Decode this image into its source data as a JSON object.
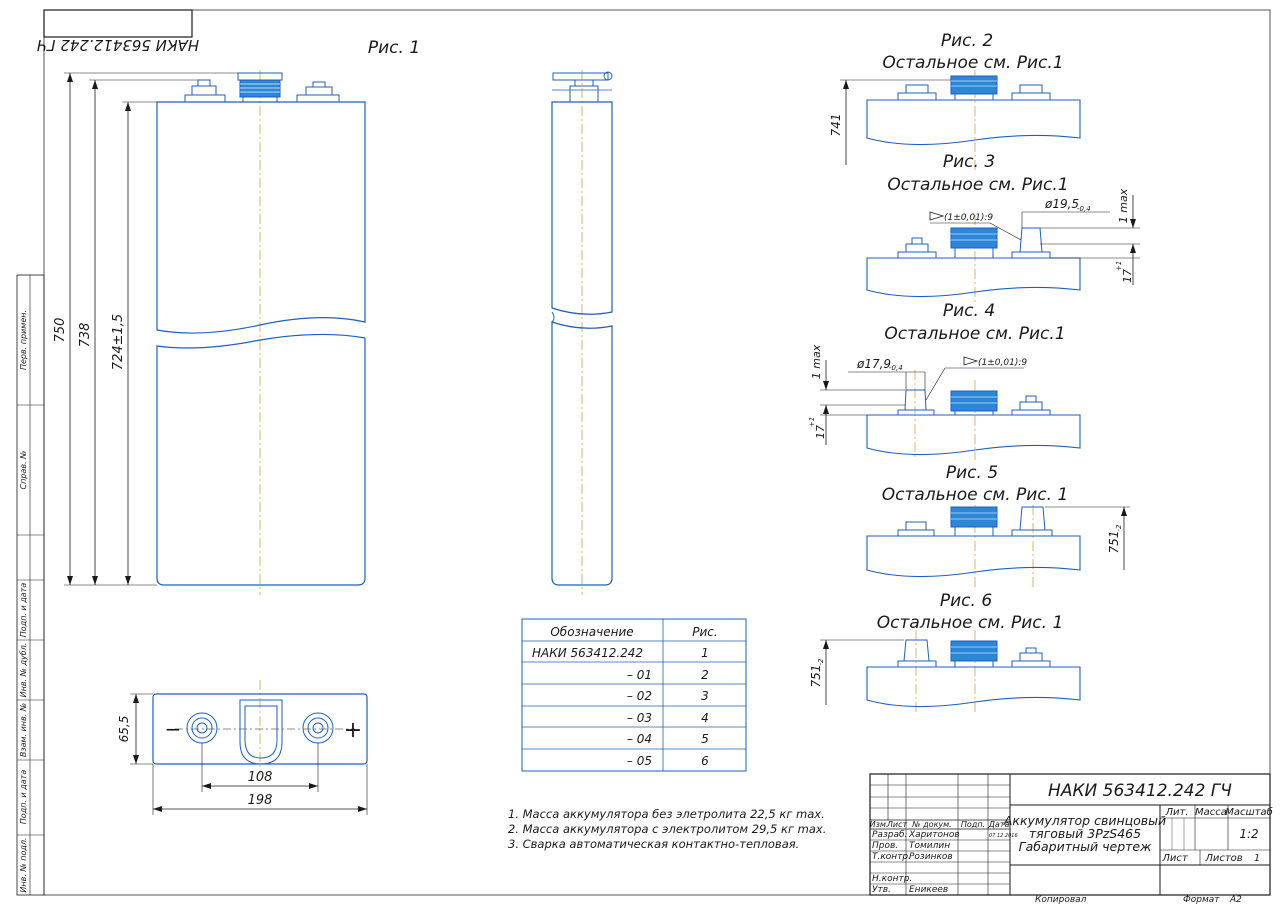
{
  "stamp_mirrored": "НАКИ 563412.242 ГЧ",
  "figures": {
    "fig1": {
      "title": "Рис. 1"
    },
    "fig2": {
      "title": "Рис. 2",
      "subtitle": "Остальное см. Рис.1",
      "dim": "741"
    },
    "fig3": {
      "title": "Рис. 3",
      "subtitle": "Остальное см. Рис.1",
      "dia": "ø19,5",
      "dia_tol": "-0,4",
      "taper": "(1±0,01):9",
      "dim_max": "1 max",
      "dim_h": "17",
      "dim_h_tol": "+1"
    },
    "fig4": {
      "title": "Рис. 4",
      "subtitle": "Остальное см. Рис.1",
      "dia": "ø17,9",
      "dia_tol": "-0,4",
      "taper": "(1±0,01):9",
      "dim_max": "1 max",
      "dim_h": "17",
      "dim_h_tol": "+1"
    },
    "fig5": {
      "title": "Рис. 5",
      "subtitle": "Остальное см. Рис. 1",
      "dim": "751",
      "dim_tol": "-2"
    },
    "fig6": {
      "title": "Рис. 6",
      "subtitle": "Остальное см. Рис. 1",
      "dim": "751",
      "dim_tol": "-2"
    }
  },
  "main_dims": {
    "h1": "750",
    "h2": "738",
    "h3": "724±1,5",
    "w_small": "65,5",
    "w1": "108",
    "w2": "198"
  },
  "terminal_signs": {
    "minus": "−",
    "plus": "+"
  },
  "variants_table": {
    "headers": [
      "Обозначение",
      "Рис."
    ],
    "rows": [
      [
        "НАКИ 563412.242",
        "1"
      ],
      [
        "– 01",
        "2"
      ],
      [
        "– 02",
        "3"
      ],
      [
        "– 03",
        "4"
      ],
      [
        "– 04",
        "5"
      ],
      [
        "– 05",
        "6"
      ]
    ]
  },
  "notes": [
    "1. Масса аккумулятора без элетролита 22,5 кг max.",
    "2. Масса аккумулятора с электролитом 29,5 кг max.",
    "3. Сварка автоматическая контактно-тепловая."
  ],
  "side_strip": [
    "Перв. примен.",
    "Справ. №",
    "Подп. и дата",
    "Инв. № дубл.",
    "Взам. инв. №",
    "Подп. и дата",
    "Инв. № подл."
  ],
  "title_block": {
    "doc_number": "НАКИ 563412.242 ГЧ",
    "name_line1": "Аккумулятор свинцовый",
    "name_line2": "тяговый 3PzS465",
    "name_line3": "Габаритный чертеж",
    "col_headers": [
      "Изм.",
      "Лист",
      "№ докум.",
      "Подп.",
      "Дата"
    ],
    "roles": [
      {
        "role": "Разраб.",
        "name": "Харитонов"
      },
      {
        "role": "Пров.",
        "name": "Томилин"
      },
      {
        "role": "Т.контр.",
        "name": "Розинков"
      },
      {
        "role": "Н.контр.",
        "name": ""
      },
      {
        "role": "Утв.",
        "name": "Еникеев"
      }
    ],
    "date_stamp": "07.12.2016",
    "lit_label": "Лит.",
    "mass_label": "Масса",
    "scale_label": "Масштаб",
    "scale": "1:2",
    "sheet_label": "Лист",
    "sheets_label": "Листов",
    "sheets": "1",
    "copied": "Копировал",
    "format_label": "Формат",
    "format": "А2"
  },
  "colors": {
    "outline": "#1f5fbf",
    "cap": "#2e86d6",
    "axis": "#e0a040",
    "frame": "#1a1a1a"
  }
}
